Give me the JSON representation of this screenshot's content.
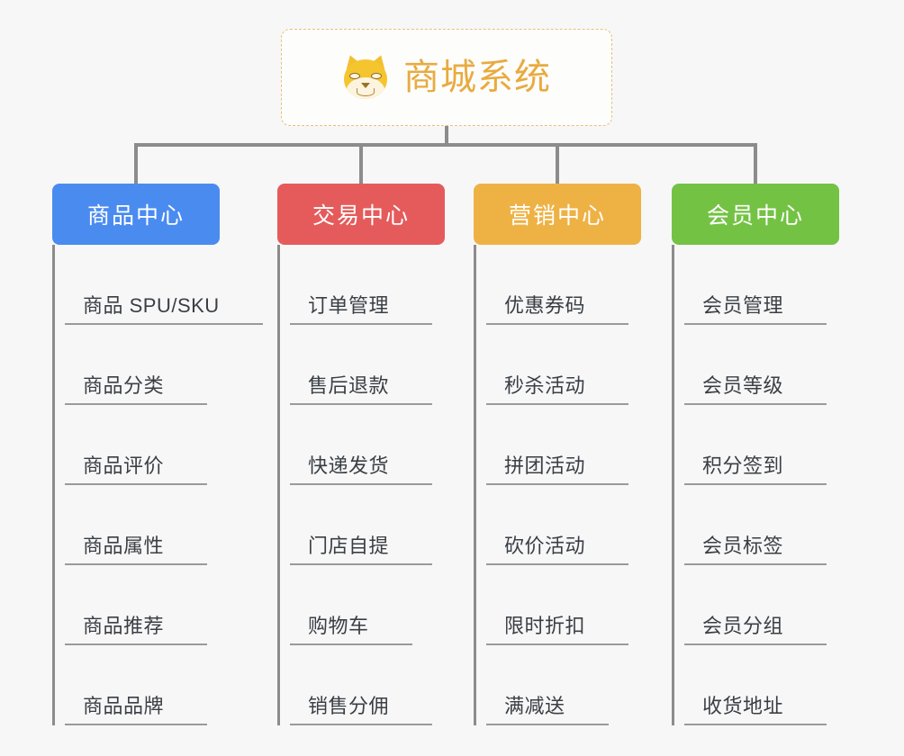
{
  "page": {
    "background_color": "#f7f7f7",
    "type": "organization-tree-diagram"
  },
  "root": {
    "title": "商城系统",
    "icon": "shiba-inu-dog-face-emoji",
    "title_color": "#e8ab40",
    "border_color": "#e9c07c",
    "border_style": "dashed"
  },
  "connector_color": "#8c8c8c",
  "branches": [
    {
      "label": "商品中心",
      "color": "#4a8bf0",
      "items": [
        "商品 SPU/SKU",
        "商品分类",
        "商品评价",
        "商品属性",
        "商品推荐",
        "商品品牌"
      ]
    },
    {
      "label": "交易中心",
      "color": "#e55b5b",
      "items": [
        "订单管理",
        "售后退款",
        "快递发货",
        "门店自提",
        "购物车",
        "销售分佣"
      ]
    },
    {
      "label": "营销中心",
      "color": "#eeb244",
      "items": [
        "优惠券码",
        "秒杀活动",
        "拼团活动",
        "砍价活动",
        "限时折扣",
        "满减送"
      ]
    },
    {
      "label": "会员中心",
      "color": "#74c244",
      "items": [
        "会员管理",
        "会员等级",
        "积分签到",
        "会员标签",
        "会员分组",
        "收货地址"
      ]
    }
  ]
}
